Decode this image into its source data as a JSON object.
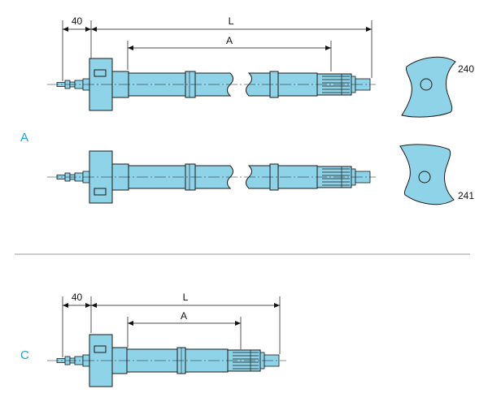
{
  "colors": {
    "part_fill": "#8ed3e8",
    "part_stroke": "#1a1a1a",
    "section_label": "#1aa3cf",
    "separator": "#9a9a9a"
  },
  "section_a": {
    "label": "A",
    "dim_left": "40",
    "dim_overall": "L",
    "dim_inner": "A",
    "cam_top_number": "240",
    "cam_bottom_number": "241"
  },
  "section_c": {
    "label": "C",
    "dim_left": "40",
    "dim_overall": "L",
    "dim_inner": "A"
  }
}
